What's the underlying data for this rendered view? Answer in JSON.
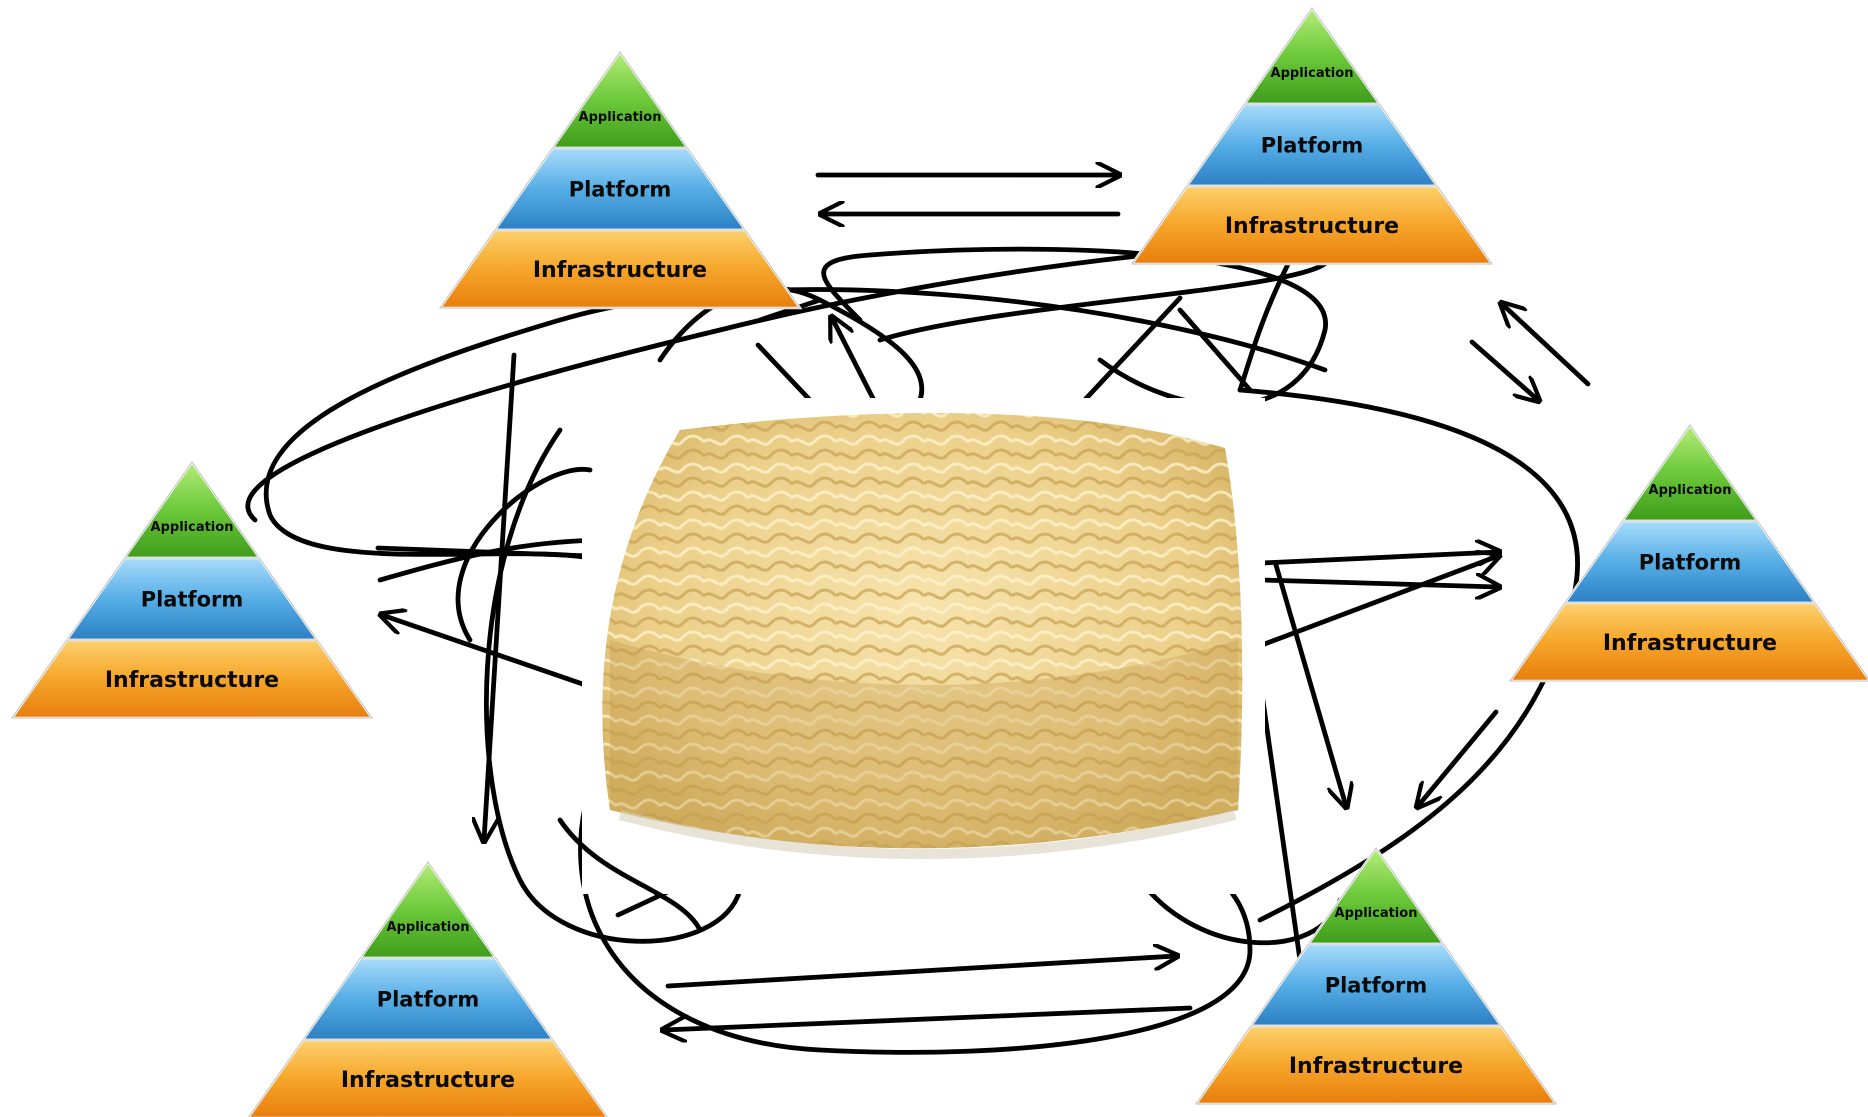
{
  "stack": {
    "application_label": "Application",
    "platform_label": "Platform",
    "infrastructure_label": "Infrastructure"
  },
  "stacks": [
    {
      "id": "stack-top-left"
    },
    {
      "id": "stack-top-right"
    },
    {
      "id": "stack-left"
    },
    {
      "id": "stack-right"
    },
    {
      "id": "stack-bottom-left"
    },
    {
      "id": "stack-bottom-right"
    }
  ],
  "center_image": {
    "subject": "block of dried instant noodles"
  },
  "colors": {
    "application": "#5cbf2a",
    "platform": "#3a9ad6",
    "infrastructure": "#f39a17",
    "connector": "#000000",
    "noodle": "#efd48f"
  }
}
